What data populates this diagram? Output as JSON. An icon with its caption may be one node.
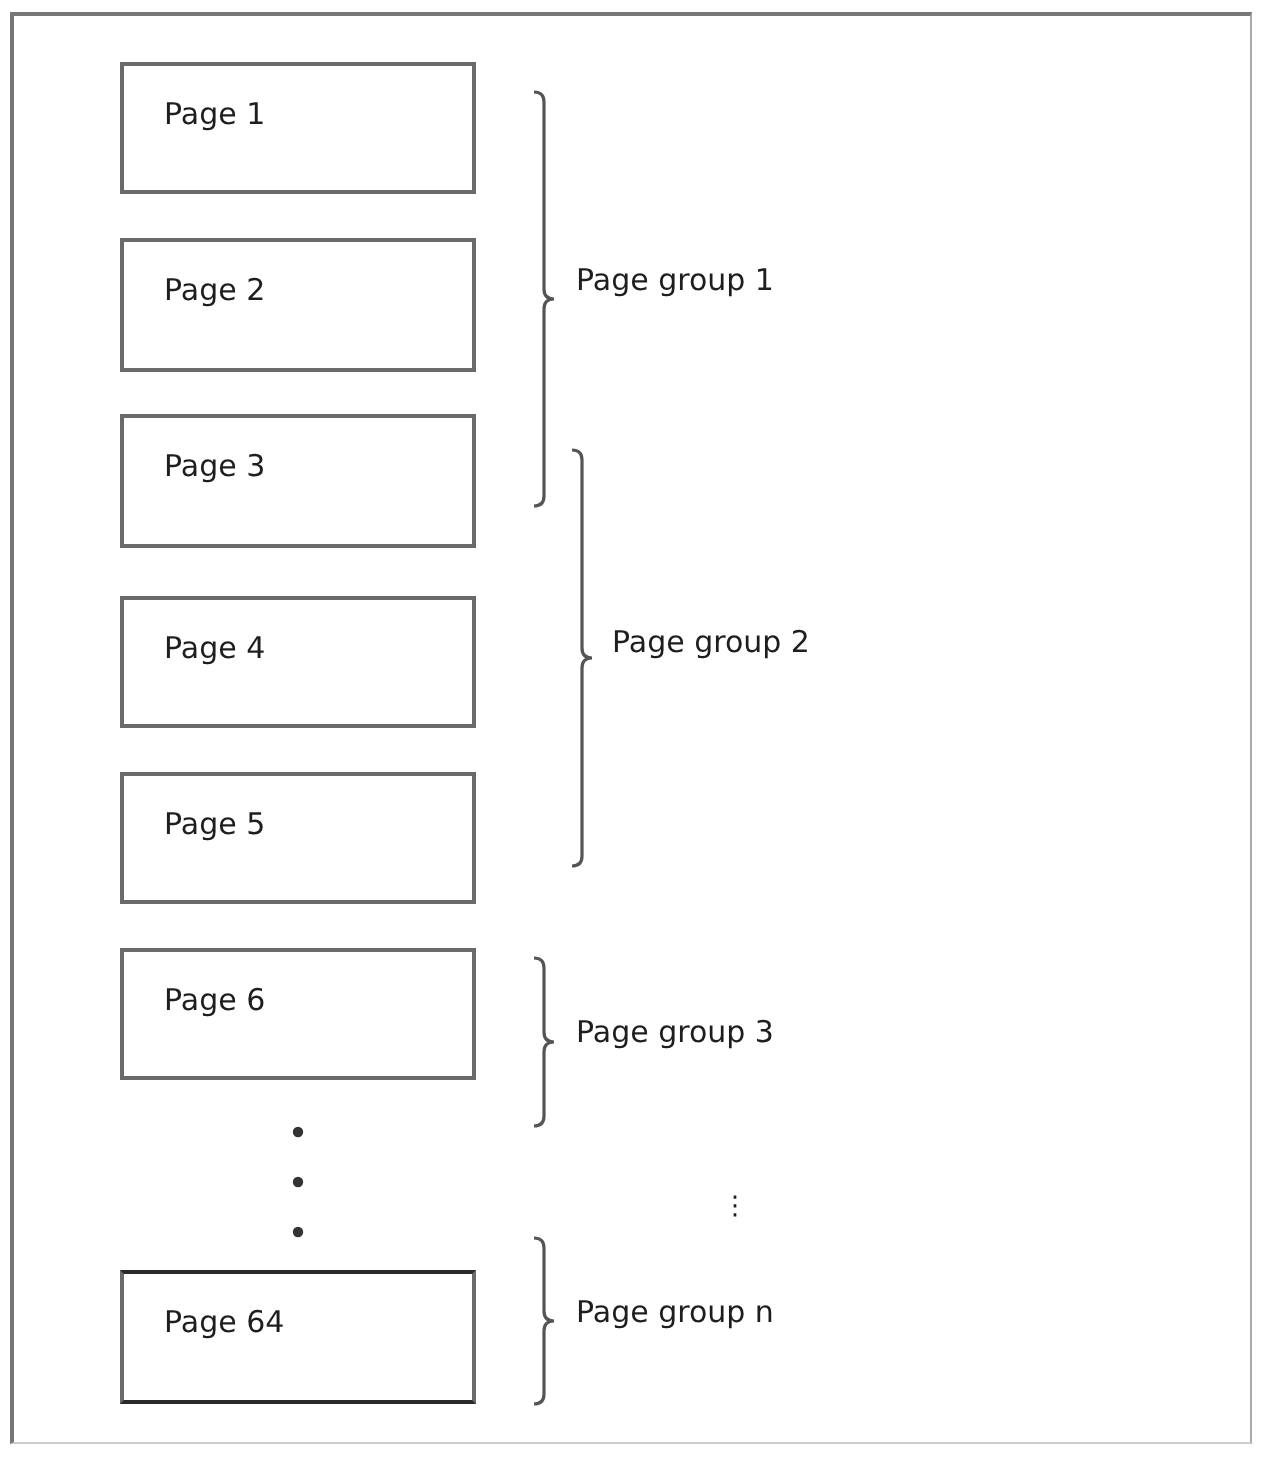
{
  "diagram": {
    "nodes": [
      {
        "text": [
          "Page 1"
        ]
      },
      {
        "text": [
          "Page 2"
        ]
      },
      {
        "text": [
          "Page 3"
        ]
      },
      {
        "text": [
          "Page 4"
        ]
      },
      {
        "text": [
          "Page 5"
        ]
      },
      {
        "text": [
          "Page 6"
        ]
      },
      {
        "text": [
          "Page 64"
        ]
      }
    ],
    "labels": [
      "Page group 1",
      "Page group 2",
      "Page group 3",
      "⋮",
      "Page group n"
    ]
  }
}
